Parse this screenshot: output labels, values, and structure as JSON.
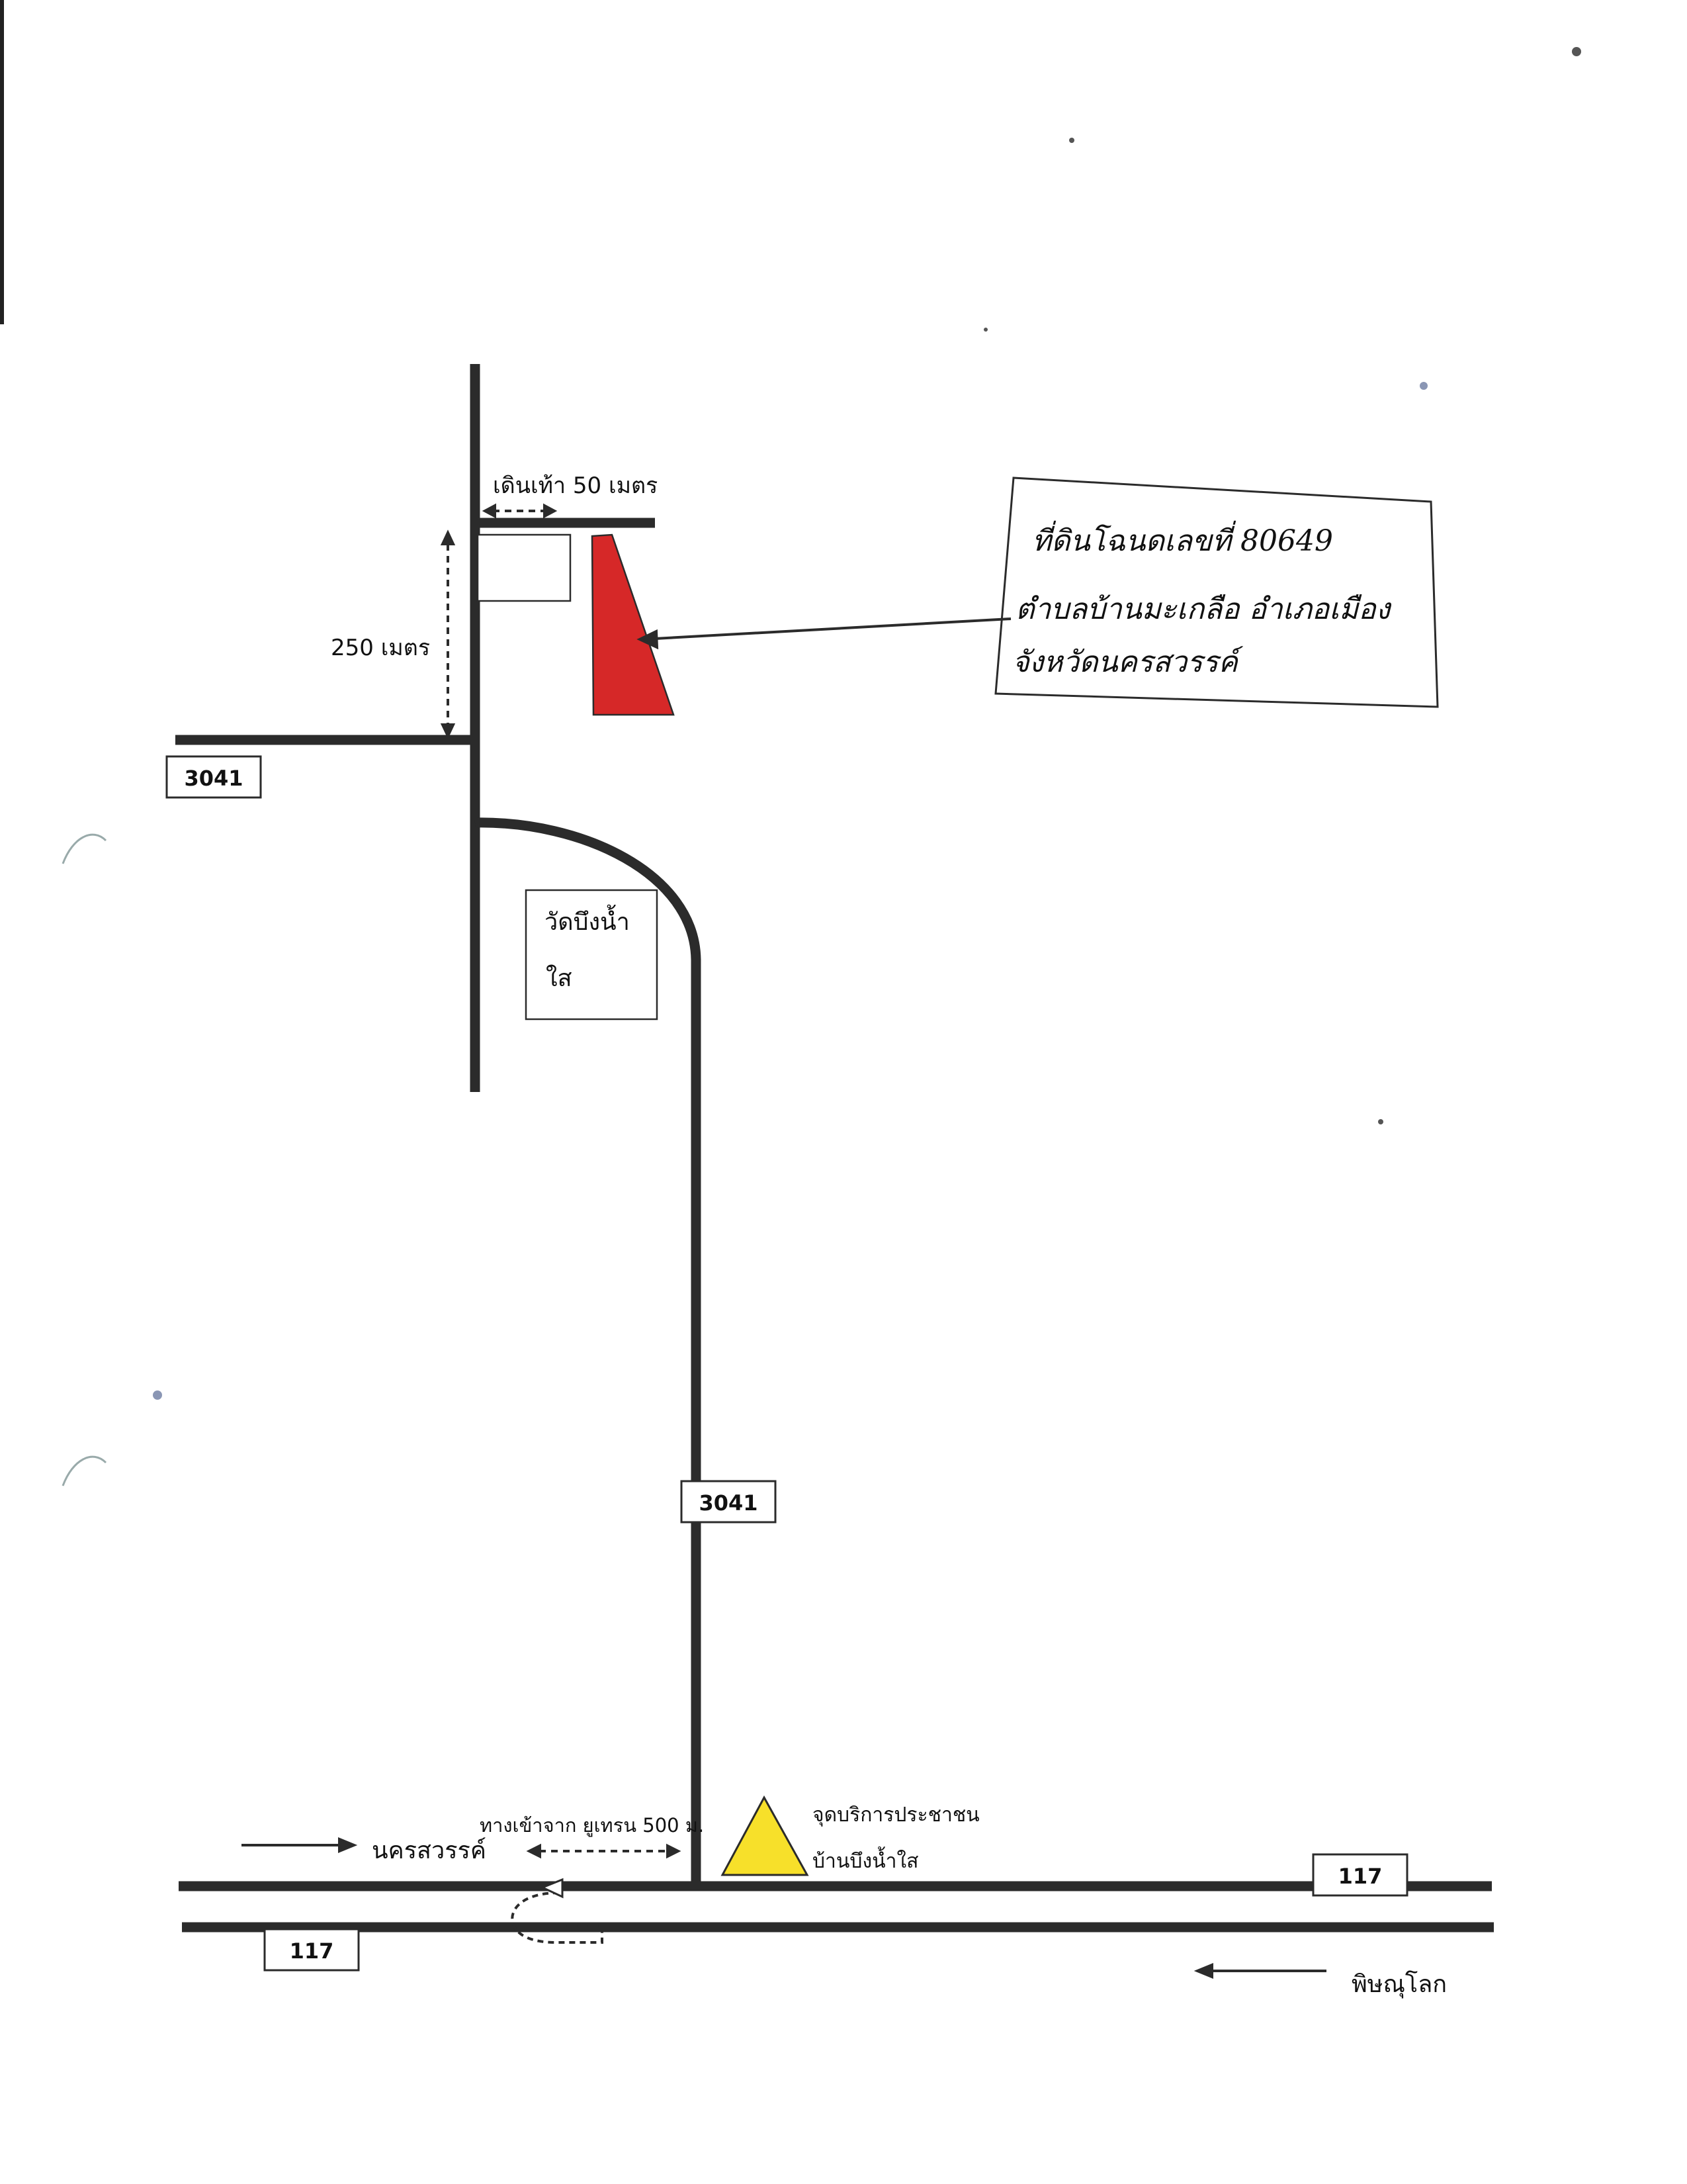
{
  "colors": {
    "road": "#2b2b2b",
    "land_plot": "#d62828",
    "service_point": "#f7e02a",
    "paper": "#ffffff",
    "ink": "#111111"
  },
  "icons": {
    "land_plot": "land-plot-shape",
    "service_point": "service-point-triangle",
    "u_turn": "u-turn-arrow"
  },
  "labels": {
    "walk_distance": "เดินเท้า 50 เมตร",
    "distance_250": "250 เมตร",
    "temple": [
      "วัดบึงน้ำ",
      "ใส"
    ],
    "service_point": [
      "จุดบริการประชาชน",
      "บ้านบึงน้ำใส"
    ],
    "uturn_distance": "ทางเข้าจาก ยูเทรน 500 ม.",
    "nakhon_sawan": "นครสวรรค์",
    "phitsanulok": "พิษณุโลก"
  },
  "route_shields": {
    "r3041_left": "3041",
    "r3041_south": "3041",
    "r117_right": "117",
    "r117_left": "117"
  },
  "info_box": {
    "line1": "ที่ดินโฉนดเลขที่  80649",
    "line2": "ตำบลบ้านมะเกลือ   อำเภอเมือง",
    "line3": "จังหวัดนครสวรรค์"
  }
}
